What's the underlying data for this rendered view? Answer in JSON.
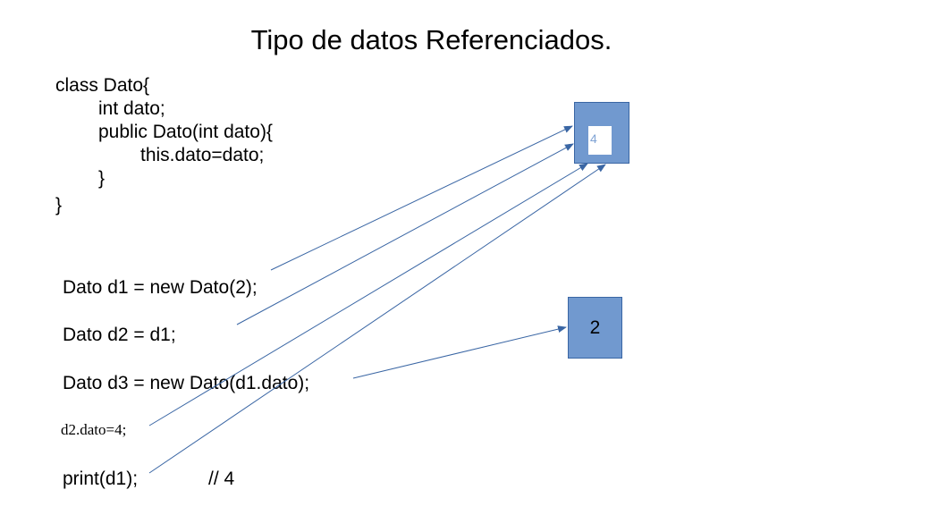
{
  "title": "Tipo de datos Referenciados.",
  "class_code": [
    "class Dato{",
    "int dato;",
    "public Dato(int dato){",
    "this.dato=dato;",
    "}",
    "}"
  ],
  "statements": {
    "d1_new": "Dato d1 = new Dato(2);",
    "d2_assign": "Dato d2 = d1;",
    "d3_new": "Dato d3 = new Dato(d1.dato);",
    "d2_set": "d2.dato=4;",
    "print": "print(d1);",
    "print_comment": "// 4"
  },
  "objects": {
    "first_object_value": "4",
    "second_object_value": "2"
  },
  "colors": {
    "box_fill": "#7199cf",
    "box_border": "#3a66a4",
    "arrow": "#3a66a4"
  }
}
